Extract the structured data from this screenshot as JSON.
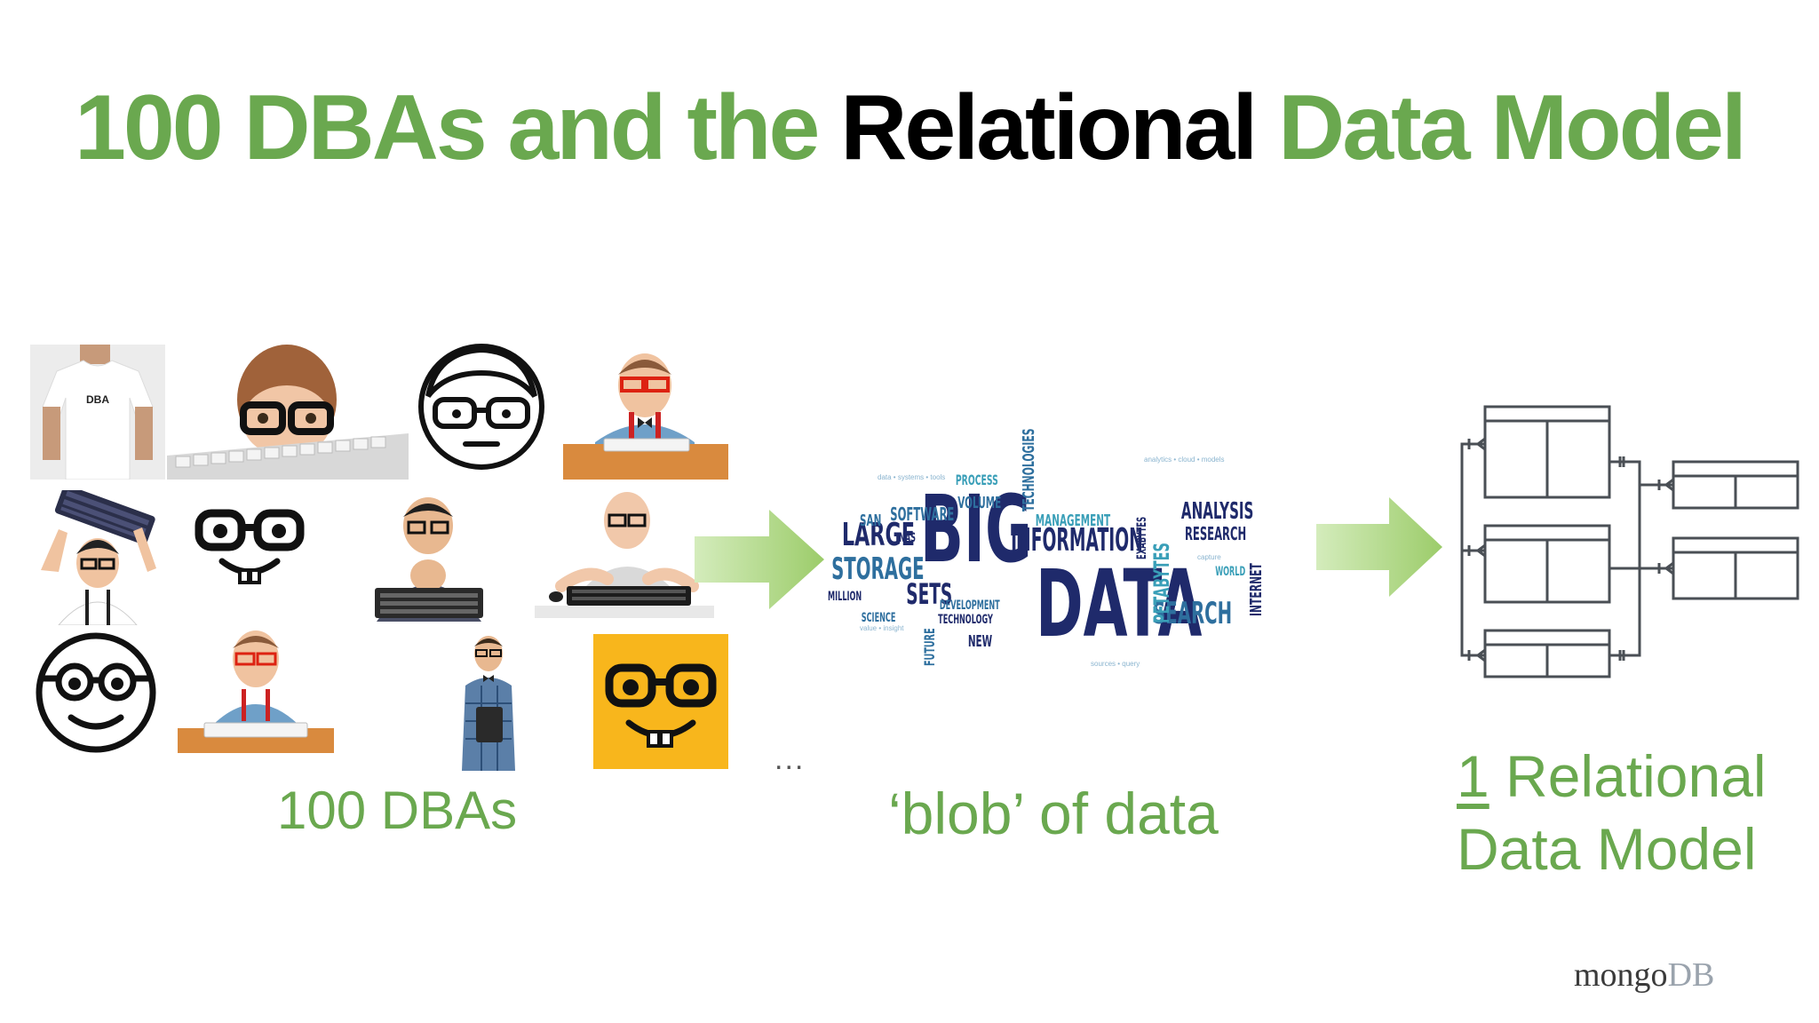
{
  "slide": {
    "title": {
      "part1": "100 DBAs and the",
      "part2": "Relational",
      "part3": "Data Model"
    },
    "labels": {
      "dbas": "100 DBAs",
      "ellipsis": "...",
      "blob": "‘blob’ of data",
      "model_number": "1",
      "model_rest": " Relational",
      "model_line2": "Data Model"
    },
    "tshirt_text": "DBA",
    "word_cloud": {
      "big": "BIG",
      "data": "DATA",
      "large": "LARGE",
      "storage": "STORAGE",
      "information": "INFORMATION",
      "analysis": "ANALYSIS",
      "research": "RESEARCH",
      "search": "SEARCH",
      "petabytes": "PETABYTES",
      "software": "SOFTWARE",
      "sets": "SETS",
      "management": "MANAGEMENT",
      "volume": "VOLUME",
      "process": "PROCESS",
      "technologies": "TECHNOLOGIES",
      "development": "DEVELOPMENT",
      "technology": "TECHNOLOGY",
      "million": "MILLION",
      "science": "SCIENCE",
      "new": "NEW",
      "internet": "INTERNET",
      "san": "SAN",
      "nas": "NAS",
      "world": "WORLD",
      "future": "FUTURE",
      "exabytes": "EXABYTES"
    },
    "logo": {
      "mongo": "mongo",
      "db": "DB"
    }
  },
  "colors": {
    "accent_green": "#6aa84f",
    "arrow_green": "#a8d77e",
    "cloud_navy": "#1f2a6b",
    "cloud_blue": "#2e6f9e",
    "cloud_teal": "#3a9fb8",
    "erd_gray": "#4a4f55"
  }
}
